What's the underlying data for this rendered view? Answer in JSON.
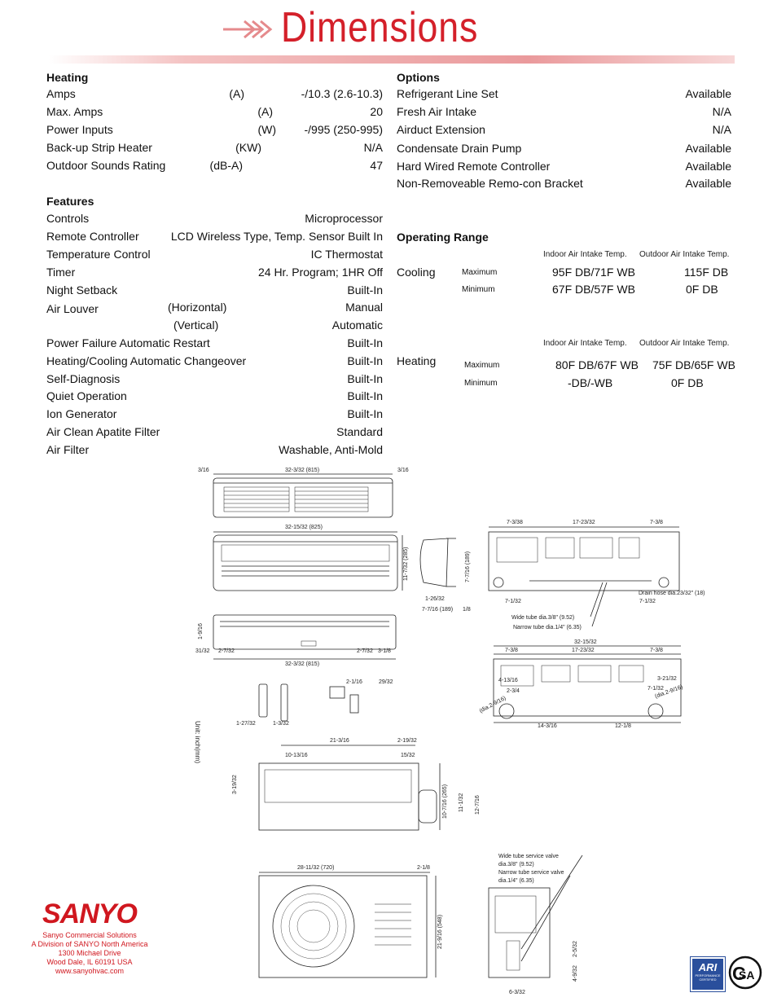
{
  "title": "Dimensions",
  "heating": {
    "heading": "Heating",
    "rows": [
      {
        "label": "Amps",
        "unit": "(A)",
        "value": "-/10.3 (2.6-10.3)"
      },
      {
        "label": "Max. Amps",
        "unit": "(A)",
        "value": "20"
      },
      {
        "label": "Power Inputs",
        "unit": "(W)",
        "value": "-/995 (250-995)"
      },
      {
        "label": "Back-up Strip Heater",
        "unit": "(KW)",
        "value": "N/A"
      },
      {
        "label": "Outdoor Sounds Rating",
        "unit": "(dB-A)",
        "value": "47"
      }
    ]
  },
  "features": {
    "heading": "Features",
    "rows": [
      {
        "label": "Controls",
        "value": "Microprocessor"
      },
      {
        "label": "Remote Controller",
        "value": "LCD Wireless Type, Temp. Sensor Built In"
      },
      {
        "label": "Temperature Control",
        "value": "IC Thermostat"
      },
      {
        "label": "Timer",
        "value": "24 Hr. Program; 1HR Off"
      },
      {
        "label": "Night Setback",
        "value": "Built-In"
      },
      {
        "label": "Air Louver",
        "sub": "(Horizontal)",
        "value": "Manual"
      },
      {
        "label": "",
        "sub": "(Vertical)",
        "value": "Automatic"
      },
      {
        "label": "Power Failure Automatic Restart",
        "value": "Built-In"
      },
      {
        "label": "Heating/Cooling Automatic Changeover",
        "value": "Built-In"
      },
      {
        "label": "Self-Diagnosis",
        "value": "Built-In"
      },
      {
        "label": "Quiet Operation",
        "value": "Built-In"
      },
      {
        "label": "Ion Generator",
        "value": "Built-In"
      },
      {
        "label": "Air Clean Apatite Filter",
        "value": "Standard"
      },
      {
        "label": "Air Filter",
        "value": "Washable, Anti-Mold"
      }
    ]
  },
  "options": {
    "heading": "Options",
    "rows": [
      {
        "label": "Refrigerant Line Set",
        "value": "Available"
      },
      {
        "label": "Fresh Air Intake",
        "value": "N/A"
      },
      {
        "label": "Airduct Extension",
        "value": "N/A"
      },
      {
        "label": "Condensate Drain Pump",
        "value": "Available"
      },
      {
        "label": "Hard Wired Remote Controller",
        "value": "Available"
      },
      {
        "label": "Non-Removeable Remo-con Bracket",
        "value": "Available"
      }
    ]
  },
  "operating_range": {
    "heading": "Operating Range",
    "indoor_header": "Indoor Air Intake Temp.",
    "outdoor_header": "Outdoor Air Intake Temp.",
    "cooling": {
      "label": "Cooling",
      "max_label": "Maximum",
      "min_label": "Minimum",
      "indoor_max": "95F DB/71F WB",
      "indoor_min": "67F DB/57F WB",
      "outdoor_max": "115F DB",
      "outdoor_min": "0F DB"
    },
    "heating": {
      "label": "Heating",
      "max_label": "Maximum",
      "min_label": "Minimum",
      "indoor_max": "80F DB/67F WB",
      "indoor_min": "-DB/-WB",
      "outdoor_max": "75F DB/65F WB",
      "outdoor_min": "0F DB"
    }
  },
  "drawing_labels": {
    "top_left": "3/16",
    "top_center": "32-3/32 (815)",
    "top_right": "3/16",
    "front_width": "32-15/32 (825)",
    "front_height": "11-7/32 (285)",
    "side_depth": "7-7/16 (189)",
    "side_a": "1-26/32",
    "side_b": "1/8",
    "bottom_width": "32-3/32 (815)",
    "bottom_a": "31/32",
    "bottom_b": "2-7/32",
    "bottom_c": "2-7/32",
    "bottom_d": "3-1/8",
    "bottom_e": "1-9/16",
    "small_a": "2-1/16",
    "small_b": "29/32",
    "small_c": "1-27/32",
    "small_d": "1-3/32",
    "unit_note": "Unit: inch(mm)",
    "plate_top_a": "7-3/38",
    "plate_top_b": "17-23/32",
    "plate_top_c": "7-3/8",
    "plate_bot_a": "7-1/32",
    "drain_hose": "Drain hose dia.23/32\" (18)",
    "wide_tube": "Wide tube dia.3/8\" (9.52)",
    "narrow_tube": "Narrow tube dia.1/4\" (6.35)",
    "plate2_total": "32-15/32",
    "plate2_a": "7-3/8",
    "plate2_b": "17-23/32",
    "plate2_c": "7-3/8",
    "plate2_d": "4-13/16",
    "plate2_e": "2-3/4",
    "plate2_f": "3-21/32",
    "plate2_g": "7-1/32",
    "plate2_h": "14-3/16",
    "plate2_i": "12-1/8",
    "plate2_hole_l": "(dia.2-9/16)",
    "plate2_hole_r": "(dia.2-9/16)",
    "outdoor_top_a": "21-3/16",
    "outdoor_top_b": "2-19/32",
    "outdoor_top_c": "10-13/16",
    "outdoor_top_d": "15/32",
    "outdoor_side_a": "10-7/16 (265)",
    "outdoor_side_b": "11-1/32",
    "outdoor_side_c": "12-7/16",
    "outdoor_side_d": "3-19/32",
    "outdoor_front_width": "28-11/32 (720)",
    "outdoor_front_b": "2-1/8",
    "outdoor_front_height": "21-9/16 (548)",
    "wide_valve": "Wide tube service valve",
    "wide_valve_dia": "dia.3/8\" (9.52)",
    "narrow_valve": "Narrow tube service valve",
    "narrow_valve_dia": "dia.1/4\" (6.35)",
    "outdoor_side_e": "2-5/32",
    "outdoor_side_f": "4-9/32",
    "outdoor_side_g": "6-3/32"
  },
  "brand": {
    "logo": "SANYO",
    "address": [
      "Sanyo Commercial Solutions",
      "A Division of SANYO North America",
      "1300 Michael Drive",
      "Wood Dale, IL 60191 USA",
      "www.sanyohvac.com"
    ],
    "ari_text": "ARI",
    "ari_sub": "PERFORMANCE CERTIFIED",
    "csa_text": "SA"
  }
}
